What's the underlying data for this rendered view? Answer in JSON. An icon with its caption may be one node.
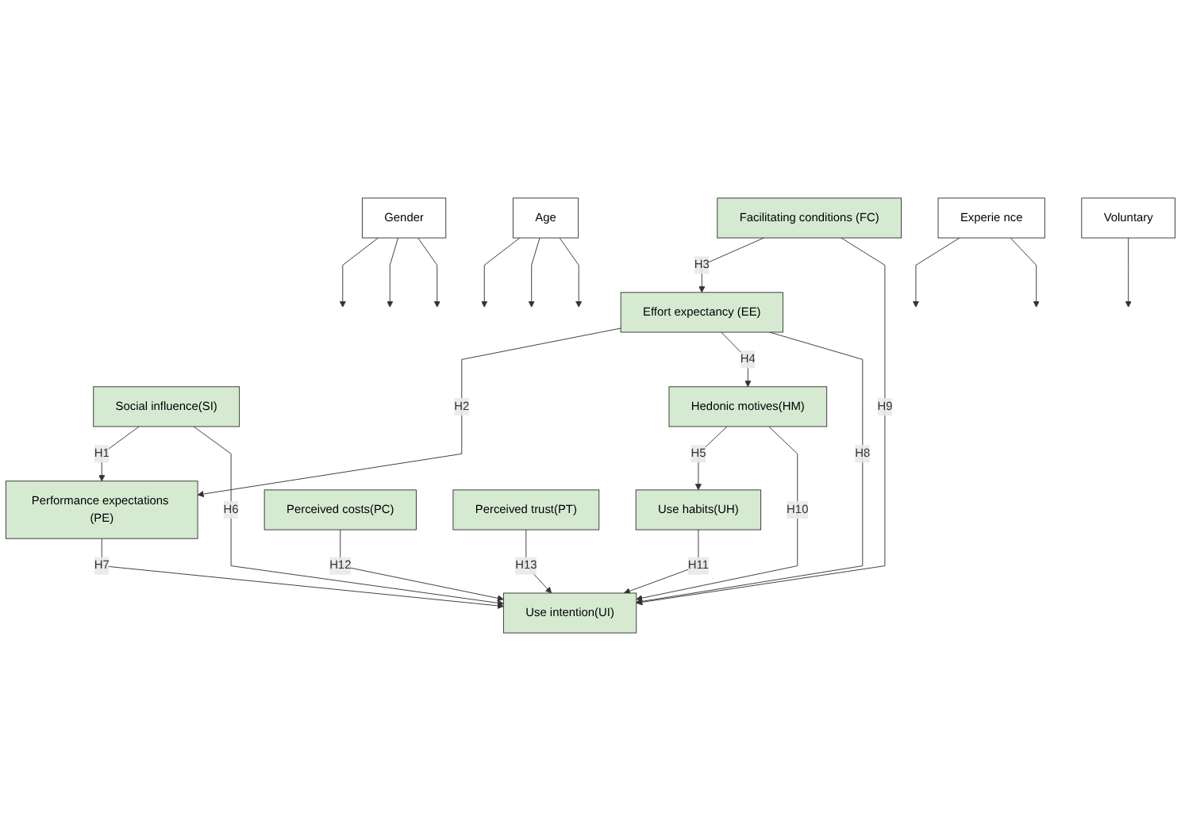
{
  "diagram": {
    "nodes": [
      {
        "text": [
          "Social influence(SI)"
        ]
      },
      {
        "text": [
          "Gender"
        ]
      },
      {
        "text": [
          "Age"
        ]
      },
      {
        "text": [
          "Experie nce"
        ]
      },
      {
        "text": [
          "Voluntary"
        ]
      },
      {
        "text": [
          "Performance expectations (PE)"
        ]
      },
      {
        "text": [
          "Effort expectancy (EE)"
        ]
      },
      {
        "text": [
          "Use intention(UI)"
        ]
      },
      {
        "text": [
          "Facilitating conditions (FC)"
        ]
      },
      {
        "text": [
          "Hedonic motives(HM)"
        ]
      },
      {
        "text": [
          "Use habits(UH)"
        ]
      },
      {
        "text": [
          "Perceived costs(PC)"
        ]
      },
      {
        "text": [
          "Perceived trust(PT)"
        ]
      }
    ],
    "edges": [
      {
        "from": 0,
        "to": 5,
        "label": "H1",
        "arrow": "to"
      },
      {
        "from": 6,
        "to": 5,
        "label": "H2",
        "arrow": "to"
      },
      {
        "from": 8,
        "to": 6,
        "label": "H3",
        "arrow": "to"
      },
      {
        "from": 6,
        "to": 9,
        "label": "H4",
        "arrow": "to"
      },
      {
        "from": 9,
        "to": 10,
        "label": "H5",
        "arrow": "to"
      },
      {
        "from": 0,
        "to": 7,
        "label": "H6",
        "arrow": "to"
      },
      {
        "from": 5,
        "to": 7,
        "label": "H7",
        "arrow": "to"
      },
      {
        "from": 6,
        "to": 7,
        "label": "H8",
        "arrow": "to"
      },
      {
        "from": 8,
        "to": 7,
        "label": "H9",
        "arrow": "to"
      },
      {
        "from": 9,
        "to": 7,
        "label": "H10",
        "arrow": "to"
      },
      {
        "from": 10,
        "to": 7,
        "label": "H11",
        "arrow": "to"
      },
      {
        "from": 11,
        "to": 7,
        "label": "H12",
        "arrow": "to"
      },
      {
        "from": 12,
        "to": 7,
        "label": "H13",
        "arrow": "to"
      },
      {
        "from": 1,
        "to": null,
        "arrow": "to"
      },
      {
        "from": 1,
        "to": null,
        "arrow": "to"
      },
      {
        "from": 1,
        "to": null,
        "arrow": "to"
      },
      {
        "from": 2,
        "to": null,
        "arrow": "to"
      },
      {
        "from": 2,
        "to": null,
        "arrow": "to"
      },
      {
        "from": 2,
        "to": null,
        "arrow": "to"
      },
      {
        "from": 3,
        "to": null,
        "arrow": "to"
      },
      {
        "from": 3,
        "to": null,
        "arrow": "to"
      },
      {
        "from": 4,
        "to": null,
        "arrow": "to"
      }
    ]
  }
}
